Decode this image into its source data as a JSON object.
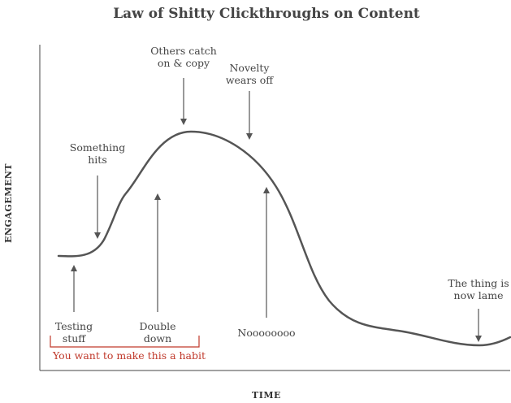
{
  "chart_data": {
    "type": "line",
    "title": "Law of Shitty Clickthroughs on Content",
    "xlabel": "TIME",
    "ylabel": "ENGAGEMENT",
    "grid": false,
    "legend": "none",
    "colors": {
      "curve": "#555555",
      "arrow": "#555555",
      "axis": "#444444",
      "text": "#444444",
      "habit": "#c0392b"
    },
    "annotations": [
      {
        "id": "testing-stuff",
        "lines": [
          "Testing",
          "stuff"
        ],
        "arrow": "up"
      },
      {
        "id": "something-hits",
        "lines": [
          "Something",
          "hits"
        ],
        "arrow": "down"
      },
      {
        "id": "double-down",
        "lines": [
          "Double",
          "down"
        ],
        "arrow": "up"
      },
      {
        "id": "others-catch-on",
        "lines": [
          "Others catch",
          "on & copy"
        ],
        "arrow": "down"
      },
      {
        "id": "novelty-wears-off",
        "lines": [
          "Novelty",
          "wears off"
        ],
        "arrow": "down"
      },
      {
        "id": "nooooo",
        "lines": [
          "Noooooooo"
        ],
        "arrow": "up"
      },
      {
        "id": "thing-is-lame",
        "lines": [
          "The thing is",
          "now lame"
        ],
        "arrow": "down"
      }
    ],
    "habit_note": "You want to make this a habit"
  }
}
